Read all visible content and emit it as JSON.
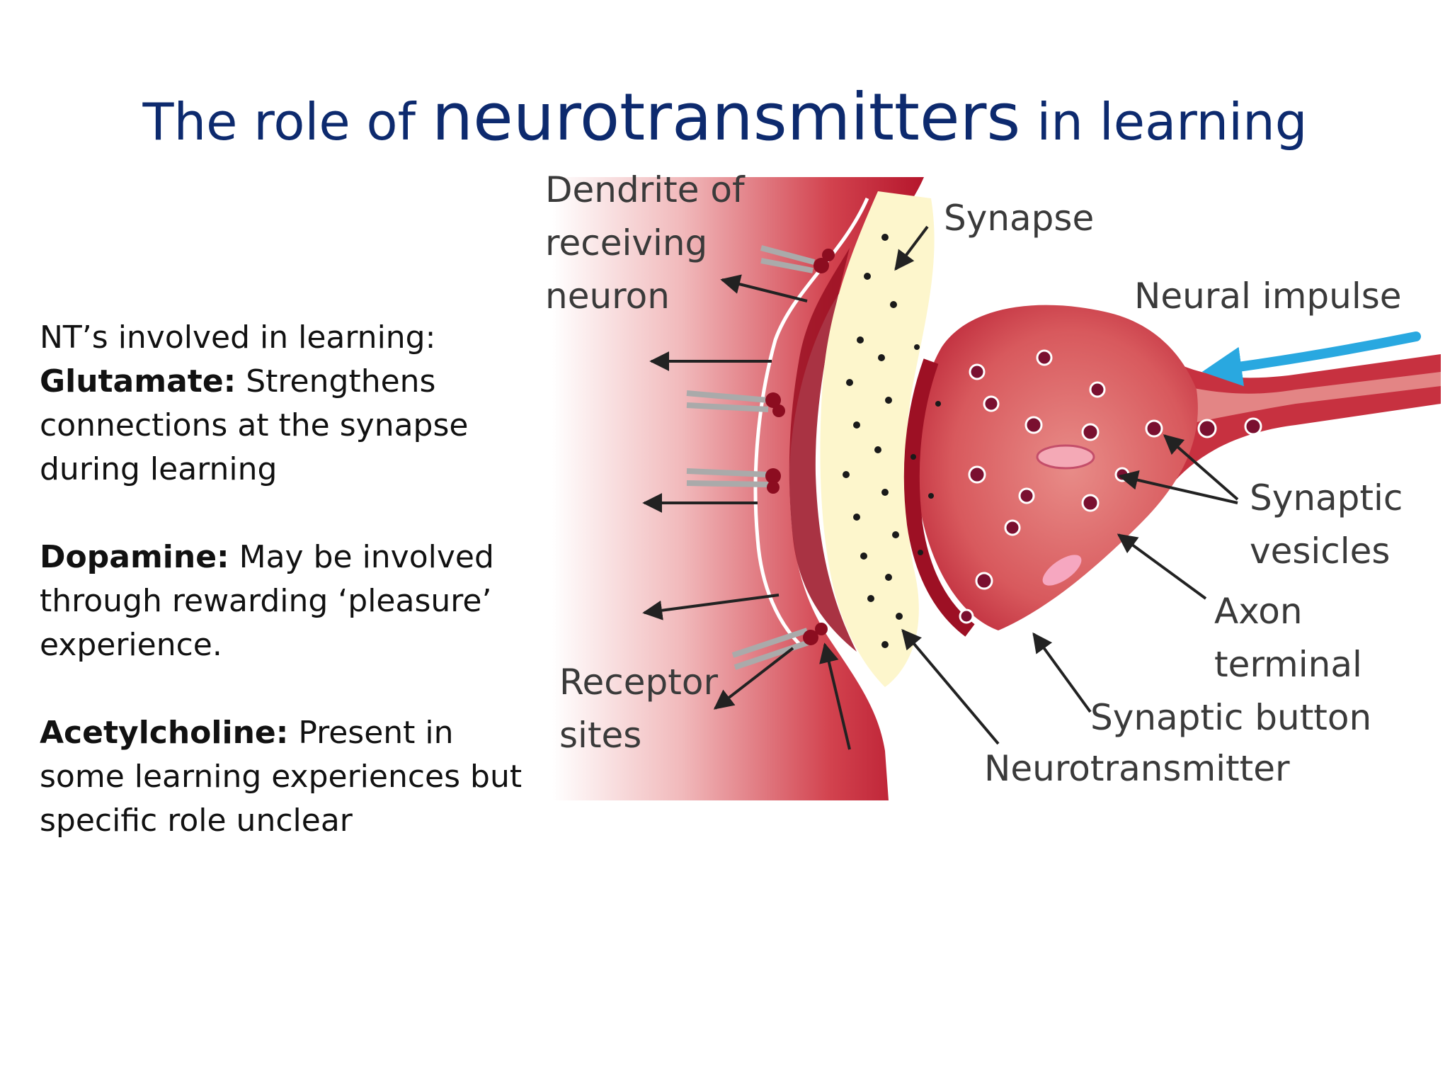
{
  "slide": {
    "title_prefix": "The role of ",
    "title_emphasis": "neurotransmitters",
    "title_suffix": " in learning"
  },
  "body": {
    "intro": "NT’s involved in learning:",
    "items": [
      {
        "term": "Glutamate:",
        "text": " Strengthens connections at the synapse during learning"
      },
      {
        "term": "Dopamine:",
        "text": " May be involved through rewarding ‘pleasure’ experience."
      },
      {
        "term": "Acetylcholine:",
        "text": " Present in some learning experiences but specific role unclear"
      }
    ]
  },
  "diagram": {
    "labels": {
      "dendrite_1": "Dendrite of",
      "dendrite_2": "receiving",
      "dendrite_3": "neuron",
      "synapse": "Synapse",
      "neural_impulse": "Neural impulse",
      "synaptic_vesicles_1": "Synaptic",
      "synaptic_vesicles_2": "vesicles",
      "axon_terminal_1": "Axon",
      "axon_terminal_2": "terminal",
      "synaptic_button": "Synaptic button",
      "neurotransmitter": "Neurotransmitter",
      "receptor_sites_1": "Receptor",
      "receptor_sites_2": "sites"
    },
    "colors": {
      "title": "#0d2a6e",
      "neuron_dark": "#b3142a",
      "neuron_mid": "#d4505a",
      "neuron_light": "#f3c4c4",
      "synaptic_cleft": "#fdf6cc",
      "impulse_arrow": "#29a8e0",
      "vesicle": "#7a1030"
    }
  }
}
